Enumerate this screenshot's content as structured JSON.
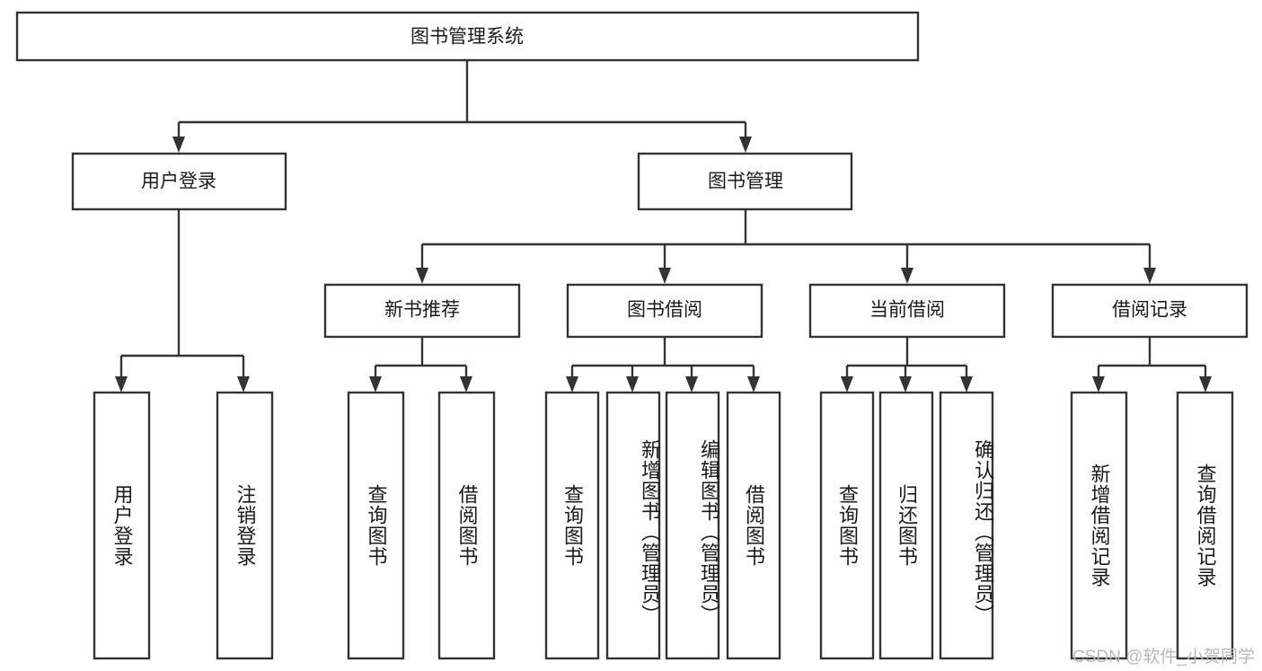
{
  "diagram": {
    "type": "tree-hierarchy",
    "title_node": {
      "label": "图书管理系统"
    },
    "level2": [
      {
        "id": "user-login",
        "label": "用户登录"
      },
      {
        "id": "book-manage",
        "label": "图书管理"
      }
    ],
    "level3": [
      {
        "id": "new-book-rec",
        "label": "新书推荐",
        "parent": "book-manage"
      },
      {
        "id": "book-borrow",
        "label": "图书借阅",
        "parent": "book-manage"
      },
      {
        "id": "current-borrow",
        "label": "当前借阅",
        "parent": "book-manage"
      },
      {
        "id": "borrow-record",
        "label": "借阅记录",
        "parent": "book-manage"
      }
    ],
    "leaves": [
      {
        "id": "leaf-user-login",
        "label": "用户登录",
        "parent": "user-login"
      },
      {
        "id": "leaf-user-logout",
        "label": "注销登录",
        "parent": "user-login"
      },
      {
        "id": "leaf-query-book-rec",
        "label": "查询图书",
        "parent": "new-book-rec"
      },
      {
        "id": "leaf-borrow-book-rec",
        "label": "借阅图书",
        "parent": "new-book-rec"
      },
      {
        "id": "leaf-query-book-borrow",
        "label": "查询图书",
        "parent": "book-borrow"
      },
      {
        "id": "leaf-add-book",
        "label": "新增图书（管理员）",
        "parent": "book-borrow"
      },
      {
        "id": "leaf-edit-book",
        "label": "编辑图书（管理员）",
        "parent": "book-borrow"
      },
      {
        "id": "leaf-borrow-book",
        "label": "借阅图书",
        "parent": "book-borrow"
      },
      {
        "id": "leaf-query-book-cur",
        "label": "查询图书",
        "parent": "current-borrow"
      },
      {
        "id": "leaf-return-book",
        "label": "归还图书",
        "parent": "current-borrow"
      },
      {
        "id": "leaf-confirm-return",
        "label": "确认归还（管理员）",
        "parent": "current-borrow"
      },
      {
        "id": "leaf-add-record",
        "label": "新增借阅记录",
        "parent": "borrow-record"
      },
      {
        "id": "leaf-query-record",
        "label": "查询借阅记录",
        "parent": "borrow-record"
      }
    ],
    "colors": {
      "stroke": "#333333",
      "fill": "#ffffff",
      "text": "#1a1a1a",
      "watermark": "#b8b8b8"
    }
  },
  "watermark": {
    "text": "CSDN @软件_小贺同学"
  }
}
